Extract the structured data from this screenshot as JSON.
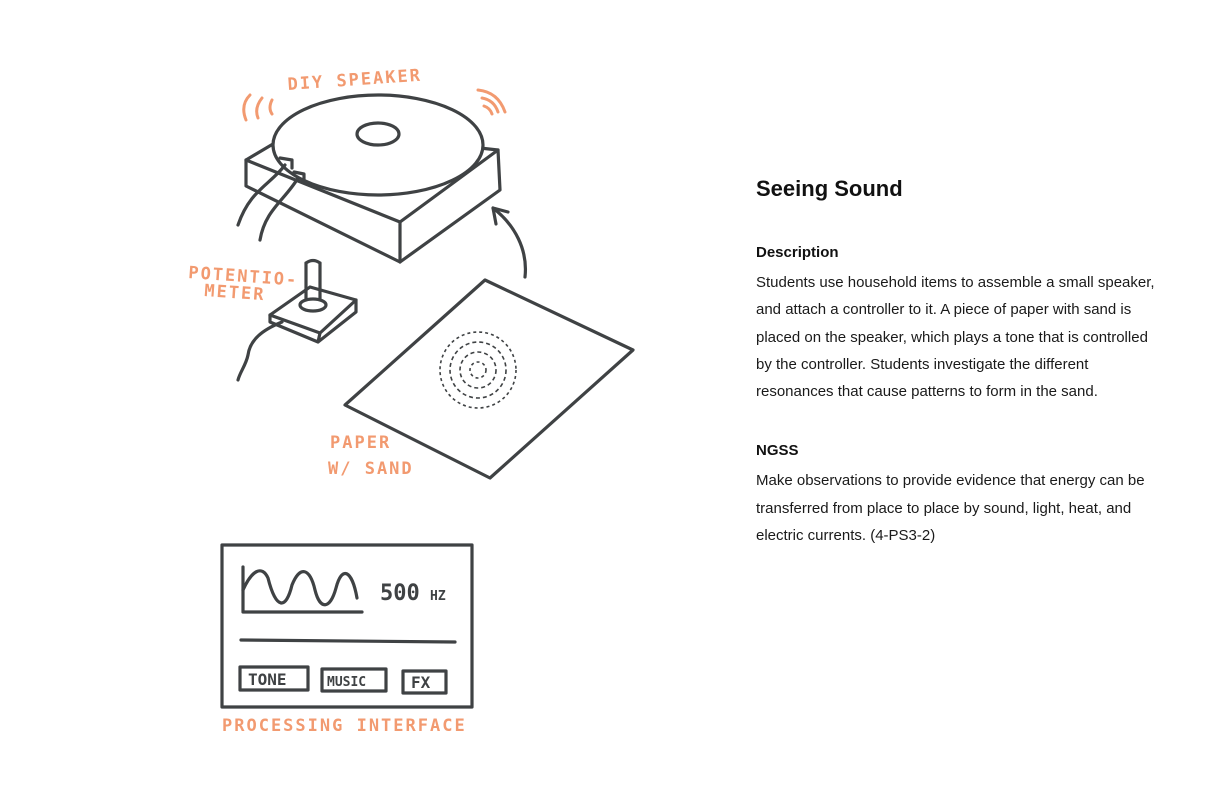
{
  "sketch": {
    "speaker_label": "DIY SPEAKER",
    "pot_label_1": "POTENTIO-",
    "pot_label_2": "METER",
    "paper_label_1": "PAPER",
    "paper_label_2": "W/ SAND",
    "interface": {
      "frequency": "500",
      "unit": "HZ",
      "buttons": [
        "TONE",
        "MUSIC",
        "FX"
      ],
      "label": "PROCESSING INTERFACE"
    }
  },
  "panel": {
    "title": "Seeing Sound",
    "description_heading": "Description",
    "description": "Students use household items to assemble a small speaker, and attach a controller to it. A piece of paper with sand is placed on the speaker, which plays a tone that is controlled by the controller. Students investigate the different resonances that cause patterns to form in the sand.",
    "ngss_heading": "NGSS",
    "ngss": "Make observations to provide evidence that energy can be transferred from place to place by sound, light, heat, and electric currents. (4-PS3-2)"
  }
}
